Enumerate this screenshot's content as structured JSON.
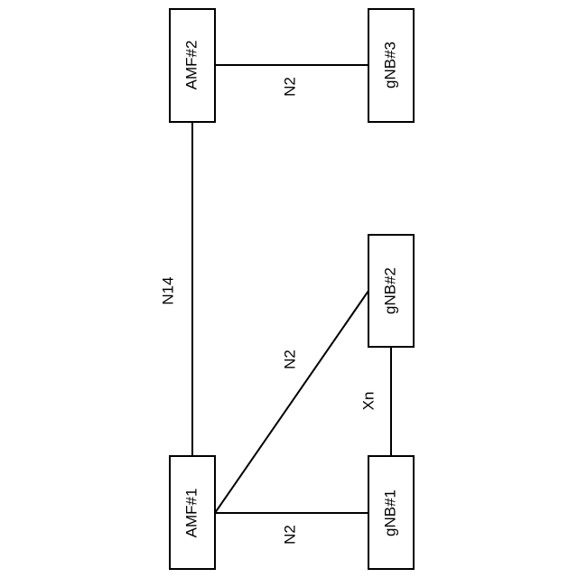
{
  "nodes": {
    "amf1": "AMF#1",
    "amf2": "AMF#2",
    "gnb1": "gNB#1",
    "gnb2": "gNB#2",
    "gnb3": "gNB#3"
  },
  "links": {
    "amf1_amf2": "N14",
    "amf1_gnb1": "N2",
    "amf1_gnb2": "N2",
    "amf2_gnb3": "N2",
    "gnb1_gnb2": "Xn"
  }
}
